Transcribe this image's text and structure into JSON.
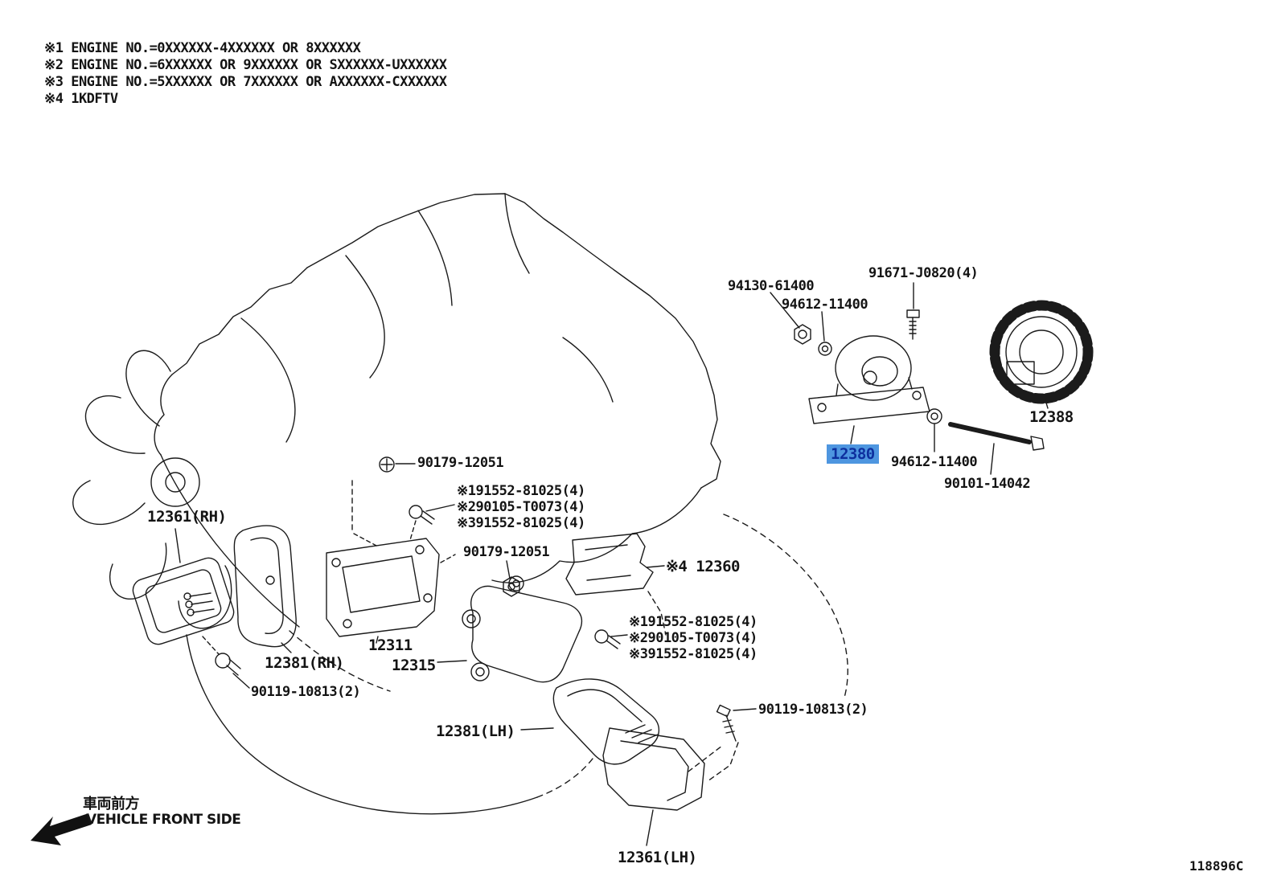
{
  "notes": [
    "※1 ENGINE NO.=0XXXXXX-4XXXXXX OR 8XXXXXX",
    "※2 ENGINE NO.=6XXXXXX OR 9XXXXXX OR SXXXXXX-UXXXXXX",
    "※3 ENGINE NO.=5XXXXXX OR 7XXXXXX OR AXXXXXX-CXXXXXX",
    "※4 1KDFTV"
  ],
  "highlighted": {
    "text": "12380",
    "highlight_bg": "#4e96e0",
    "highlight_fg": "#0d2f9e"
  },
  "labels": [
    {
      "id": "94130-61400",
      "text": "94130-61400"
    },
    {
      "id": "94612-11400-upper",
      "text": "94612-11400"
    },
    {
      "id": "91671-J0820",
      "text": "91671-J0820(4)"
    },
    {
      "id": "12388",
      "text": "12388"
    },
    {
      "id": "94612-11400-lower",
      "text": "94612-11400"
    },
    {
      "id": "90101-14042",
      "text": "90101-14042"
    },
    {
      "id": "90179-12051-upper",
      "text": "90179-12051"
    },
    {
      "id": "91552-81025-a1",
      "text": "※191552-81025(4)"
    },
    {
      "id": "90105-T0073-a2",
      "text": "※290105-T0073(4)"
    },
    {
      "id": "91552-81025-a3",
      "text": "※391552-81025(4)"
    },
    {
      "id": "12361-RH",
      "text": "12361(RH)"
    },
    {
      "id": "90179-12051-lower",
      "text": "90179-12051"
    },
    {
      "id": "12360",
      "text": "※4 12360"
    },
    {
      "id": "12311",
      "text": "12311"
    },
    {
      "id": "12315",
      "text": "12315"
    },
    {
      "id": "12381-RH",
      "text": "12381(RH)"
    },
    {
      "id": "91552-81025-b1",
      "text": "※191552-81025(4)"
    },
    {
      "id": "90105-T0073-b2",
      "text": "※290105-T0073(4)"
    },
    {
      "id": "91552-81025-b3",
      "text": "※391552-81025(4)"
    },
    {
      "id": "90119-10813-left",
      "text": "90119-10813(2)"
    },
    {
      "id": "12381-LH",
      "text": "12381(LH)"
    },
    {
      "id": "90119-10813-right",
      "text": "90119-10813(2)"
    },
    {
      "id": "12361-LH",
      "text": "12361(LH)"
    }
  ],
  "front_side": {
    "jp": "車両前方",
    "en": "VEHICLE FRONT SIDE"
  },
  "drawing_code": "118896C"
}
